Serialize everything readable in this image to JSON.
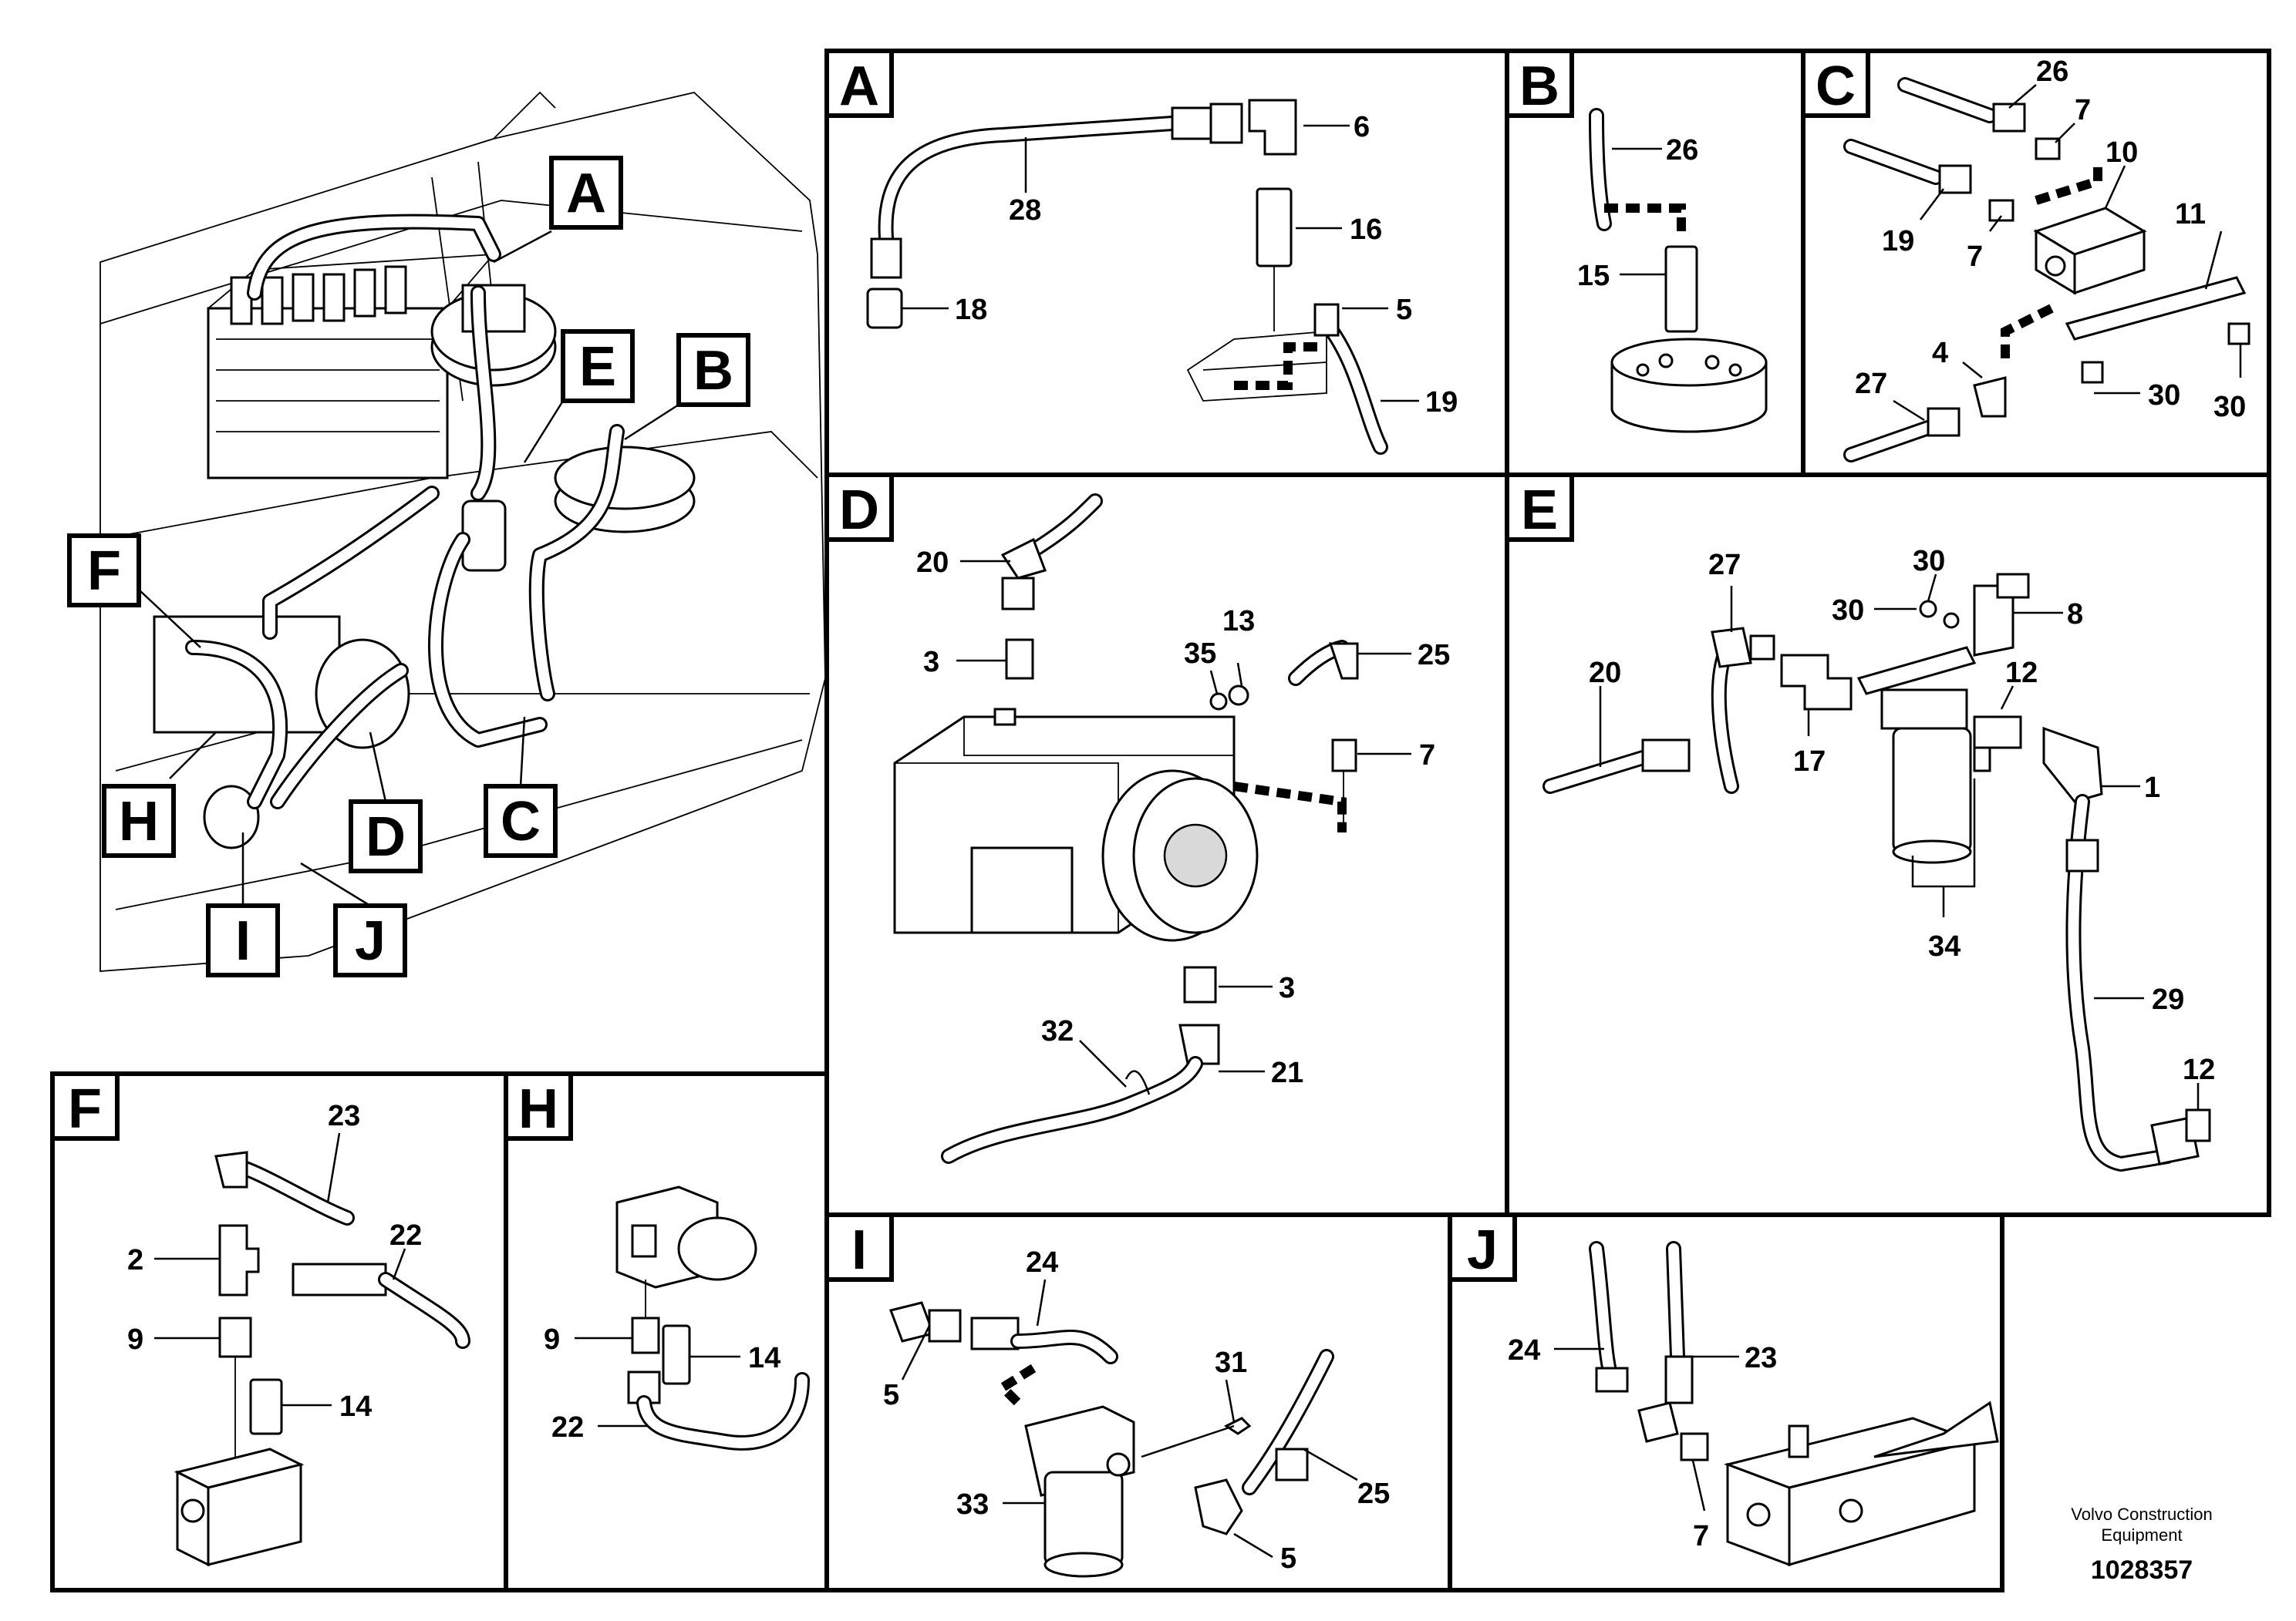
{
  "panels": {
    "A": {
      "label": "A",
      "callouts": [
        "6",
        "28",
        "16",
        "18",
        "5",
        "19"
      ]
    },
    "B": {
      "label": "B",
      "callouts": [
        "26",
        "15"
      ]
    },
    "C": {
      "label": "C",
      "callouts": [
        "26",
        "7",
        "10",
        "11",
        "19",
        "7",
        "4",
        "27",
        "30",
        "30"
      ]
    },
    "D": {
      "label": "D",
      "callouts": [
        "20",
        "3",
        "13",
        "35",
        "25",
        "7",
        "3",
        "32",
        "21"
      ]
    },
    "E": {
      "label": "E",
      "callouts": [
        "30",
        "27",
        "30",
        "8",
        "20",
        "12",
        "17",
        "1",
        "34",
        "29",
        "12"
      ]
    },
    "F": {
      "label": "F",
      "callouts": [
        "23",
        "22",
        "2",
        "9",
        "14"
      ]
    },
    "H": {
      "label": "H",
      "callouts": [
        "9",
        "14",
        "22"
      ]
    },
    "I": {
      "label": "I",
      "callouts": [
        "24",
        "5",
        "31",
        "25",
        "33",
        "5"
      ]
    },
    "J": {
      "label": "J",
      "callouts": [
        "24",
        "23",
        "7"
      ]
    }
  },
  "overview_labels": [
    "A",
    "B",
    "C",
    "D",
    "E",
    "F",
    "H",
    "I",
    "J"
  ],
  "publisher": {
    "line1": "Volvo Construction",
    "line2": "Equipment"
  },
  "document_number": "1028357"
}
